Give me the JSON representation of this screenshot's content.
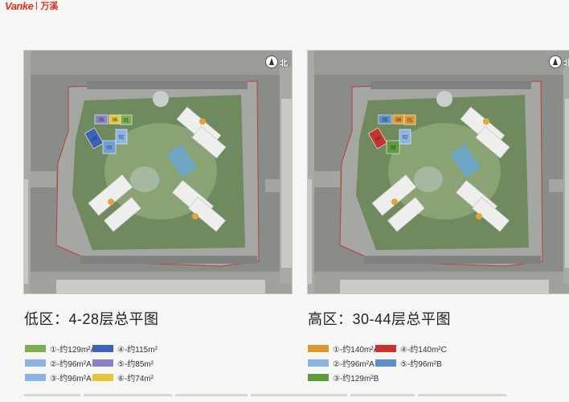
{
  "brand": {
    "logo": "Vanke",
    "name_cn": "万溪"
  },
  "compass": {
    "label": "北"
  },
  "colors": {
    "green": "#7cad4f",
    "light_blue": "#8cb4e3",
    "mid_blue": "#6f9fd8",
    "navy": "#3d62b8",
    "purple": "#8a82c2",
    "yellow": "#e7c53a",
    "orange": "#e0962e",
    "red": "#c8332b",
    "steel_blue": "#5d8ec8",
    "green_alt": "#5f9a3d"
  },
  "plans": [
    {
      "title": "低区：4-28层总平图",
      "buildings": [
        {
          "num": "05",
          "color": "#8a82c2"
        },
        {
          "num": "06",
          "color": "#e7c53a"
        },
        {
          "num": "04",
          "color": "#3d62b8"
        },
        {
          "num": "02",
          "color": "#8cb4e3"
        },
        {
          "num": "03",
          "color": "#6f9fd8"
        },
        {
          "num": "01",
          "color": "#7cad4f"
        }
      ],
      "legend": [
        {
          "label": "①-约129m²A",
          "color": "#7cad4f"
        },
        {
          "label": "④-约115m²",
          "color": "#3d62b8"
        },
        {
          "label": "②-约96m²A",
          "color": "#8cb4e3"
        },
        {
          "label": "⑤-约85m²",
          "color": "#8a82c2"
        },
        {
          "label": "③-约96m²A",
          "color": "#8cb4e3"
        },
        {
          "label": "⑥-约74m²",
          "color": "#e7c53a"
        }
      ]
    },
    {
      "title": "高区：30-44层总平图",
      "buildings": [
        {
          "num": "05",
          "color": "#5d8ec8"
        },
        {
          "num": "06",
          "color": "#e0962e"
        },
        {
          "num": "04",
          "color": "#c8332b"
        },
        {
          "num": "02",
          "color": "#8cb4e3"
        },
        {
          "num": "03",
          "color": "#5f9a3d"
        },
        {
          "num": "01",
          "color": "#e0962e"
        }
      ],
      "legend": [
        {
          "label": "①-约140m²A",
          "color": "#e0962e"
        },
        {
          "label": "④-约140m²C",
          "color": "#c8332b"
        },
        {
          "label": "②-约96m²A",
          "color": "#8cb4e3"
        },
        {
          "label": "⑤-约96m²B",
          "color": "#5d8ec8"
        },
        {
          "label": "③-约129m²B",
          "color": "#5f9a3d"
        }
      ]
    }
  ]
}
